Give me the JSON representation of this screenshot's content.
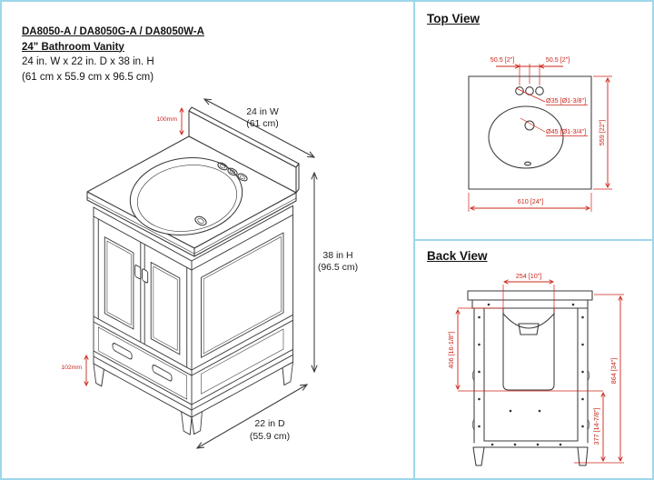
{
  "colors": {
    "line": "#3a3a3a",
    "dimension_red": "#cc2418",
    "panel_border_blue": "#9dd7ea",
    "background": "#ffffff"
  },
  "title_block": {
    "models": "DA8050-A / DA8050G-A / DA8050W-A",
    "product": "24\" Bathroom Vanity",
    "size_in": "24 in. W x 22 in. D x 38 in. H",
    "size_cm": "(61 cm x 55.9 cm x 96.5 cm)"
  },
  "isometric_view": {
    "width_in": "24 in W",
    "width_cm": "(61 cm)",
    "height_in": "38 in H",
    "height_cm": "(96.5 cm)",
    "depth_in": "22 in D",
    "depth_cm": "(55.9 cm)",
    "backsplash_height": "100mm",
    "base_height": "102mm"
  },
  "top_view": {
    "heading": "Top View",
    "hole_spacing_left": "50.5 [2\"]",
    "hole_spacing_right": "50.5 [2\"]",
    "faucet_hole_diameter": "Ø35 [Ø1-3/8\"]",
    "drain_diameter": "Ø45 [Ø1-3/4\"]",
    "depth": "559 [22\"]",
    "width": "610 [24\"]"
  },
  "back_view": {
    "heading": "Back View",
    "opening_width": "254 [10\"]",
    "opening_height": "406 [16-1/8\"]",
    "lower_section_height": "377 [14-7/8\"]",
    "overall_height": "864 [34\"]"
  }
}
